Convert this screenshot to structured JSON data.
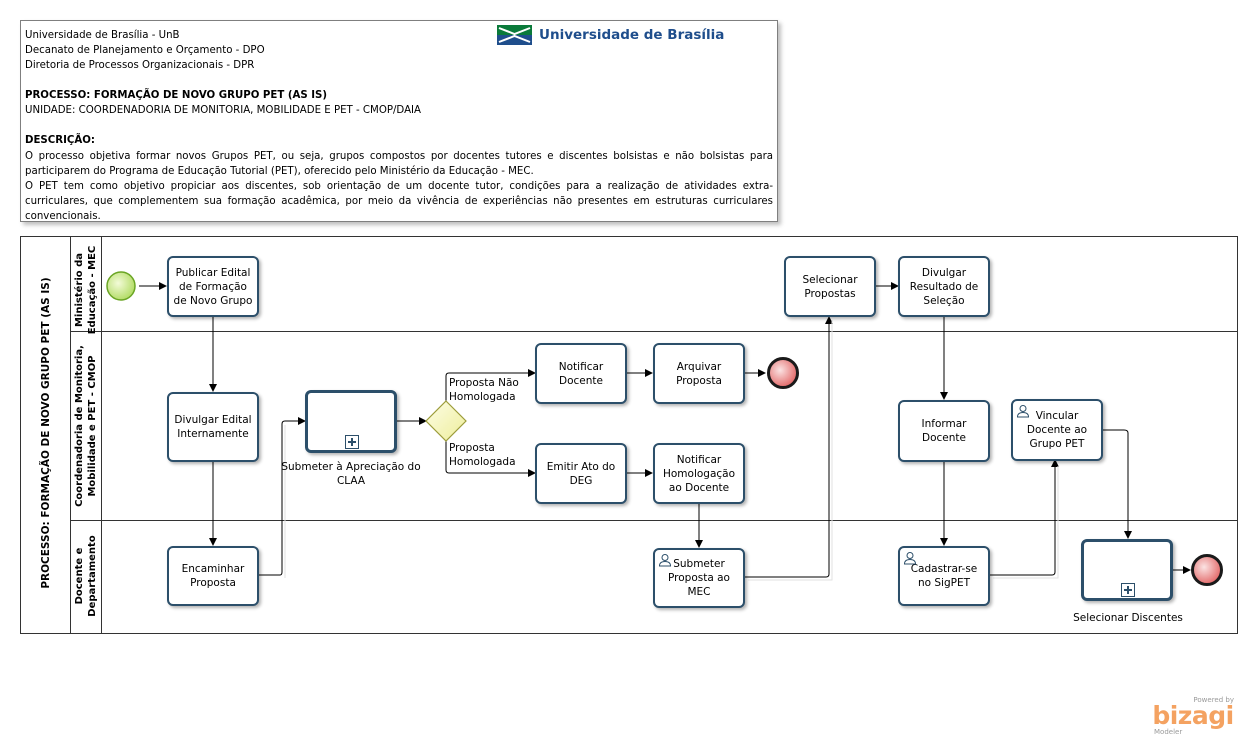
{
  "header": {
    "org_lines": [
      "Universidade de Brasília - UnB",
      "Decanato de Planejamento e Orçamento - DPO",
      "Diretoria de Processos Organizacionais - DPR"
    ],
    "process_title": "PROCESSO: FORMAÇÃO DE NOVO GRUPO PET (AS IS)",
    "unit": "UNIDADE: COORDENADORIA DE MONITORIA, MOBILIDADE E PET - CMOP/DAIA",
    "description_heading": "DESCRIÇÃO:",
    "description_p1": "O processo objetiva formar novos Grupos PET, ou seja, grupos compostos por docentes tutores e discentes bolsistas e não bolsistas para participarem do Programa de Educação Tutorial (PET), oferecido pelo Ministério da Educação - MEC.",
    "description_p2": "O PET tem como objetivo propiciar aos discentes, sob orientação de um docente tutor, condições para a realização de atividades extra-curriculares, que complementem sua formação acadêmica, por meio da vivência de experiências não presentes em estruturas curriculares convencionais.",
    "logo_text": "Universidade de Brasília"
  },
  "pool": {
    "name": "PROCESSO: FORMAÇÃO DE NOVO GRUPO PET (AS IS)",
    "lanes": {
      "mec": "Ministério da Educação - MEC",
      "cmop_line1": "Coordenadoria de Monitoria,",
      "cmop_line2": "Mobilidade e PET - CMOP",
      "docente_line1": "Docente e",
      "docente_line2": "Departamento"
    }
  },
  "tasks": {
    "publicar_edital": "Publicar Edital de Formação de Novo Grupo",
    "divulgar_edital": "Divulgar Edital Internamente",
    "encaminhar_proposta": "Encaminhar Proposta",
    "submeter_claa": "Submeter à Apreciação do CLAA",
    "notificar_docente": "Notificar Docente",
    "arquivar_proposta": "Arquivar Proposta",
    "emitir_ato": "Emitir Ato do DEG",
    "notificar_homologacao": "Notificar Homologação ao Docente",
    "submeter_proposta": "Submeter Proposta ao MEC",
    "selecionar_propostas": "Selecionar Propostas",
    "divulgar_resultado": "Divulgar Resultado de Seleção",
    "informar_docente": "Informar Docente",
    "vincular_docente": "Vincular Docente ao Grupo PET",
    "cadastrar_sigpet": "Cadastrar-se no SigPET",
    "selecionar_discentes": "Selecionar Discentes"
  },
  "gateway_labels": {
    "nao_homologada": "Proposta Não Homologada",
    "homologada": "Proposta Homologada"
  },
  "branding": {
    "powered_by": "Powered by",
    "name": "bizagi",
    "product": "Modeler"
  },
  "colors": {
    "task_border": "#2c4f6a",
    "start_event": "#8dc63f",
    "end_event": "#c0392b",
    "gateway": "#f4f4b0",
    "bizagi_orange": "#f4a261",
    "logo_blue": "#1f4e8c",
    "logo_green": "#0a7a3a"
  }
}
